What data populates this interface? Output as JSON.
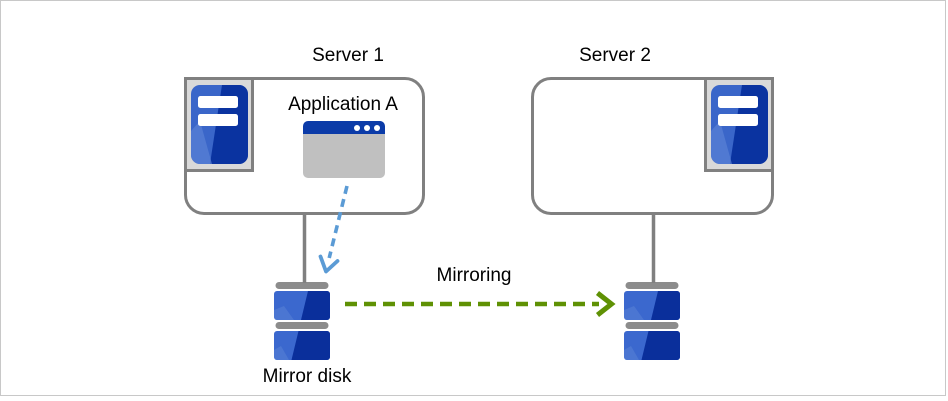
{
  "labels": {
    "server1": "Server 1",
    "server2": "Server 2",
    "application": "Application A",
    "mirroring": "Mirroring",
    "mirror_disk": "Mirror disk"
  },
  "icons": {
    "server_tower": "server-tower-icon",
    "application_window": "app-window-icon",
    "disk": "mirror-disk-icon",
    "app_write_arrow": "blue-dashed-arrow-icon",
    "mirroring_arrow": "green-dashed-arrow-icon"
  },
  "colors": {
    "canvas_border": "#C8C8C8",
    "box_border": "#808080",
    "connector_line": "#808080",
    "icon_holder_bg": "#D9D9D9",
    "tower_blue_light": "#3A66C9",
    "tower_blue_dark": "#0A33A0",
    "window_titlebar_blue": "#0B3BA8",
    "window_body_gray": "#C0C0C0",
    "disk_cap_gray": "#8C8C8C",
    "disk_blue_light": "#3B68CE",
    "disk_blue_dark": "#0A2F9B",
    "mirroring_arrow_green": "#5F9104",
    "app_arrow_blue": "#5B9BD5",
    "text": "#000000"
  }
}
